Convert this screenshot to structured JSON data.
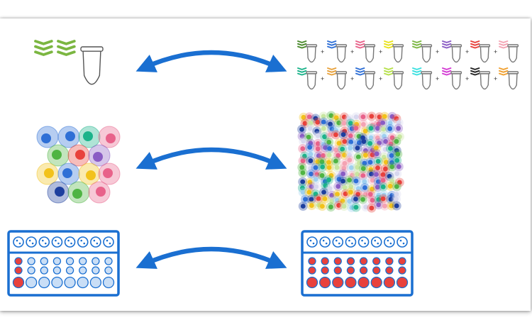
{
  "colors": {
    "arrow": "#1a6fd1",
    "plate_stroke": "#1a6fd1",
    "plate_fill": "#ffffff",
    "well_light": "#c9def6",
    "well_red": "#e8413c",
    "tube_stroke": "#555555",
    "oligo_green": "#7bb641"
  },
  "cell_palette": [
    "#2e6fd6",
    "#f2c21b",
    "#e8413c",
    "#1bb38a",
    "#8a5cc4",
    "#4fb443",
    "#e8628a",
    "#1d3f9e",
    "#9fd0f0",
    "#c8e6a0",
    "#f4a3b3",
    "#d7d7ee"
  ],
  "oligo_palette": [
    "#4a8a2c",
    "#2e6fd6",
    "#e8628a",
    "#e8e21b",
    "#7bb641",
    "#8a5cc4",
    "#e8413c",
    "#f4a3b3",
    "#1bb38a",
    "#e8a23c",
    "#2e6fd6",
    "#b6e04a",
    "#3ce0e0",
    "#d33cd3",
    "#222222",
    "#f0a030"
  ],
  "rows": [
    {
      "id": "tube",
      "left": "single-tube",
      "right": "tube-pool"
    },
    {
      "id": "cells",
      "left": "single-cell-cluster",
      "right": "cell-library"
    },
    {
      "id": "plates",
      "left": "light-well-plate",
      "right": "red-well-plate"
    }
  ]
}
